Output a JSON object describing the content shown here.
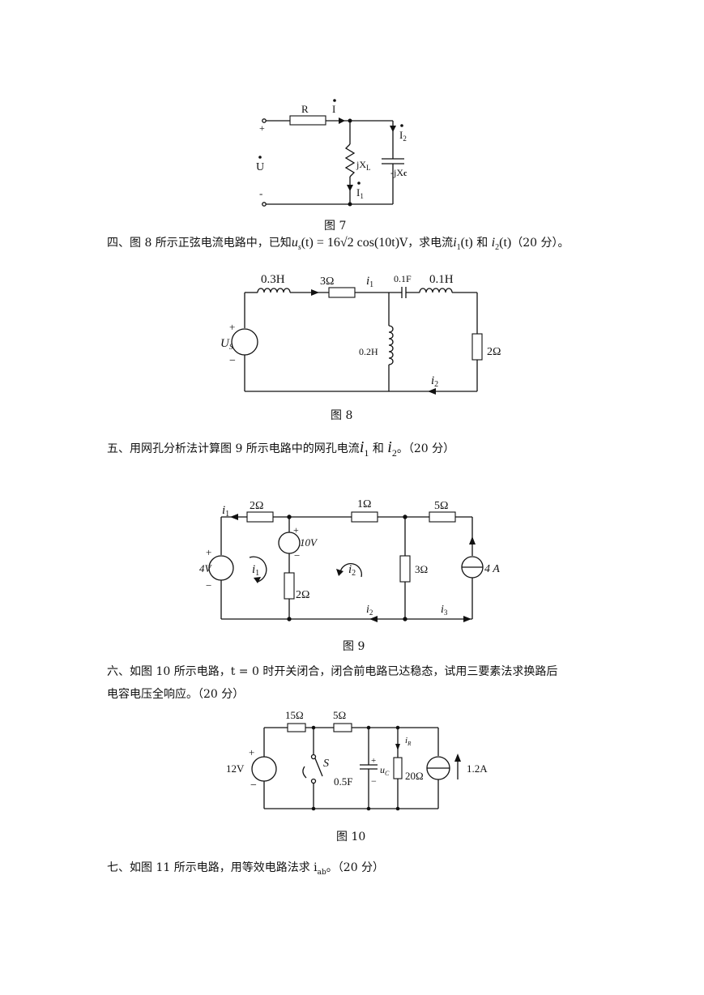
{
  "fig7": {
    "caption": "图 7",
    "R": "R",
    "I": "I",
    "I1": "I",
    "I1_sub": "1",
    "I2": "I",
    "I2_sub": "2",
    "U": "U",
    "plus": "+",
    "minus": "-",
    "jXL": "jX",
    "jXL_sub": "L",
    "jXC": "-jX",
    "jXC_sub": "c"
  },
  "q4": {
    "prefix": "四、图 8 所示正弦电流电路中，已知",
    "formula_us": "u",
    "formula_us_sub": "s",
    "formula_rhs": "(t) = 16√2 cos(10t)",
    "unit": "V",
    "mid": "，求电流",
    "i1": "i",
    "i1_sub": "1",
    "i1_arg": "(t)",
    "and": "和",
    "i2": "i",
    "i2_sub": "2",
    "i2_arg": "(t)",
    "suffix": "（20 分）。"
  },
  "fig8": {
    "caption": "图 8",
    "L1": "0.3H",
    "R1": "3Ω",
    "i1": "i",
    "i1_sub": "1",
    "C": "0.1F",
    "L2": "0.1H",
    "Us": "U",
    "Us_sub": "S",
    "plus": "+",
    "minus": "−",
    "L3": "0.2H",
    "R2": "2Ω",
    "i2": "i",
    "i2_sub": "2"
  },
  "q5": {
    "prefix": "五、用网孔分析法计算图 9 所示电路中的网孔电流",
    "i1": "i",
    "i1_sub": "1",
    "and": "和",
    "i2": "i",
    "i2_sub": "2",
    "suffix": "。（20 分）"
  },
  "fig9": {
    "caption": "图 9",
    "i1": "i",
    "i1_sub": "1",
    "R1": "2Ω",
    "R2": "1Ω",
    "R3": "5Ω",
    "V1": "10V",
    "V2": "4V",
    "plus": "+",
    "minus": "−",
    "mesh1": "i",
    "mesh1_sub": "1",
    "mesh2": "i",
    "mesh2_sub": "2",
    "R4": "2Ω",
    "R5": "3Ω",
    "I": "4 A",
    "i2": "i",
    "i2_sub": "2",
    "i3": "i",
    "i3_sub": "3"
  },
  "q6": {
    "line1": "六、如图 10 所示电路，t = 0 时开关闭合，闭合前电路已达稳态，试用三要素法求换路后",
    "line2": "电容电压全响应。（20 分）"
  },
  "fig10": {
    "caption": "图 10",
    "R1": "15Ω",
    "R2": "5Ω",
    "V": "12V",
    "S": "S",
    "C": "0.5F",
    "uC": "u",
    "uC_sub": "C",
    "iR": "i",
    "iR_sub": "R",
    "R3": "20Ω",
    "I": "1.2A",
    "plus": "+",
    "minus": "−"
  },
  "q7": {
    "prefix": "七、如图 11 所示电路，用等效电路法求 i",
    "sub": "ab",
    "suffix": "。（20 分）"
  }
}
